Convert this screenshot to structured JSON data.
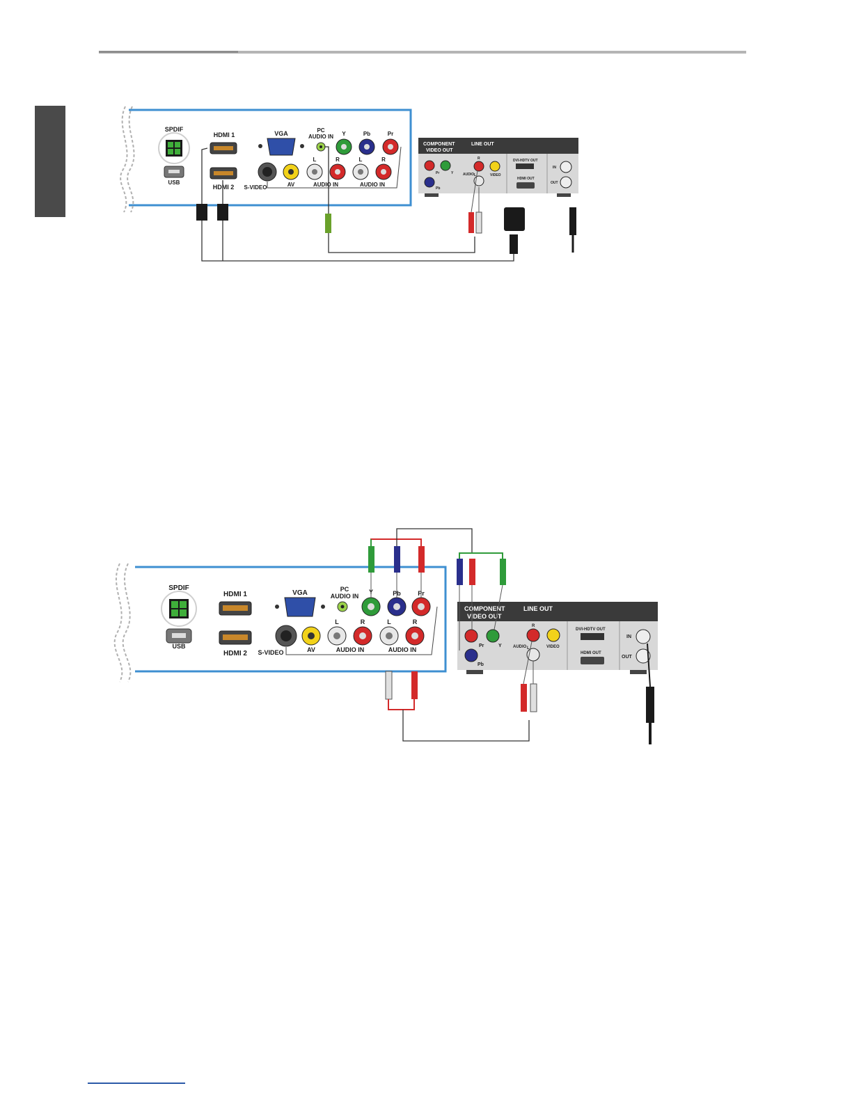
{
  "colors": {
    "panel_border": "#3e8fd1",
    "device_body": "#3a3a3a",
    "y_green": "#2f9b3a",
    "pb_blue": "#2a2f8c",
    "pr_red": "#d32a2a",
    "video_yellow": "#f2d21a",
    "audio_white": "#e8e8e8",
    "pc_audio_green": "#9bd24a",
    "spdif_green": "#3fae3a"
  },
  "icons": [
    "hdmi-port-icon",
    "vga-port-icon",
    "usb-port-icon",
    "spdif-port-icon",
    "svideo-port-icon",
    "rca-jack-icon",
    "dvi-port-icon",
    "coax-connector-icon"
  ],
  "diagram_top": {
    "tv": {
      "spdif": "SPDIF",
      "usb": "USB",
      "hdmi1": "HDMI 1",
      "hdmi2": "HDMI 2",
      "vga": "VGA",
      "pc_audio_line1": "PC",
      "pc_audio_line2": "AUDIO IN",
      "y": "Y",
      "pb": "Pb",
      "pr": "Pr",
      "svideo": "S-VIDEO",
      "av": "AV",
      "l1": "L",
      "r1": "R",
      "audio_in1": "AUDIO IN",
      "l2": "L",
      "r2": "R",
      "audio_in2": "AUDIO IN"
    },
    "device": {
      "component_line1": "COMPONENT",
      "component_line2": "VIDEO OUT",
      "line_out": "LINE OUT",
      "pr": "Pr",
      "y": "Y",
      "pb": "Pb",
      "r": "R",
      "audio": "AUDIO",
      "l": "L",
      "video": "VIDEO",
      "dvi": "DVI-HDTV OUT",
      "hdmi_out": "HDMI OUT",
      "in": "IN",
      "out": "OUT"
    }
  },
  "diagram_bottom": {
    "tv": {
      "spdif": "SPDIF",
      "usb": "USB",
      "hdmi1": "HDMI 1",
      "hdmi2": "HDMI 2",
      "vga": "VGA",
      "pc_audio_line1": "PC",
      "pc_audio_line2": "AUDIO IN",
      "y": "Y",
      "pb": "Pb",
      "pr": "Pr",
      "svideo": "S-VIDEO",
      "av": "AV",
      "l1": "L",
      "r1": "R",
      "audio_in1": "AUDIO IN",
      "l2": "L",
      "r2": "R",
      "audio_in2": "AUDIO IN"
    },
    "device": {
      "component_line1": "COMPONENT",
      "component_line2": "VIDEO OUT",
      "line_out": "LINE OUT",
      "pr": "Pr",
      "y": "Y",
      "pb": "Pb",
      "r": "R",
      "audio": "AUDIO",
      "l": "L",
      "video": "VIDEO",
      "dvi": "DVI-HDTV OUT",
      "hdmi_out": "HDMI OUT",
      "in": "IN",
      "out": "OUT"
    }
  }
}
